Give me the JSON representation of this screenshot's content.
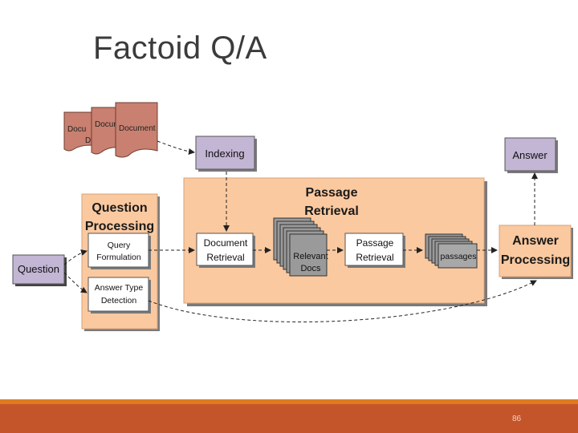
{
  "slide": {
    "title": "Factoid Q/A",
    "page_number": "86"
  },
  "documents": {
    "labels": [
      "Docu",
      "Docum",
      "Document"
    ],
    "second_line": "D"
  },
  "nodes": {
    "indexing": "Indexing",
    "answer": "Answer",
    "question_processing": [
      "Question",
      "Processing"
    ],
    "query_formulation": [
      "Query",
      "Formulation"
    ],
    "answer_type_detection": [
      "Answer Type",
      "Detection"
    ],
    "question": "Question",
    "document_retrieval": [
      "Document",
      "Retrieval"
    ],
    "relevant_docs": [
      "Relevant",
      "Docs"
    ],
    "passage_retrieval_box": [
      "Passage",
      "Retrieval"
    ],
    "passage_retrieval_title": [
      "Passage",
      "Retrieval"
    ],
    "passages": "passages",
    "answer_processing": [
      "Answer",
      "Processing"
    ]
  },
  "colors": {
    "panel": "#fbc9a0",
    "lavender": "#c3b5d4",
    "white_box": "#ffffff",
    "doc_fill": "#c98070",
    "shadow": "#7a7a7a",
    "footer_thin": "#e07a1f",
    "footer_bar": "#c4552a"
  }
}
